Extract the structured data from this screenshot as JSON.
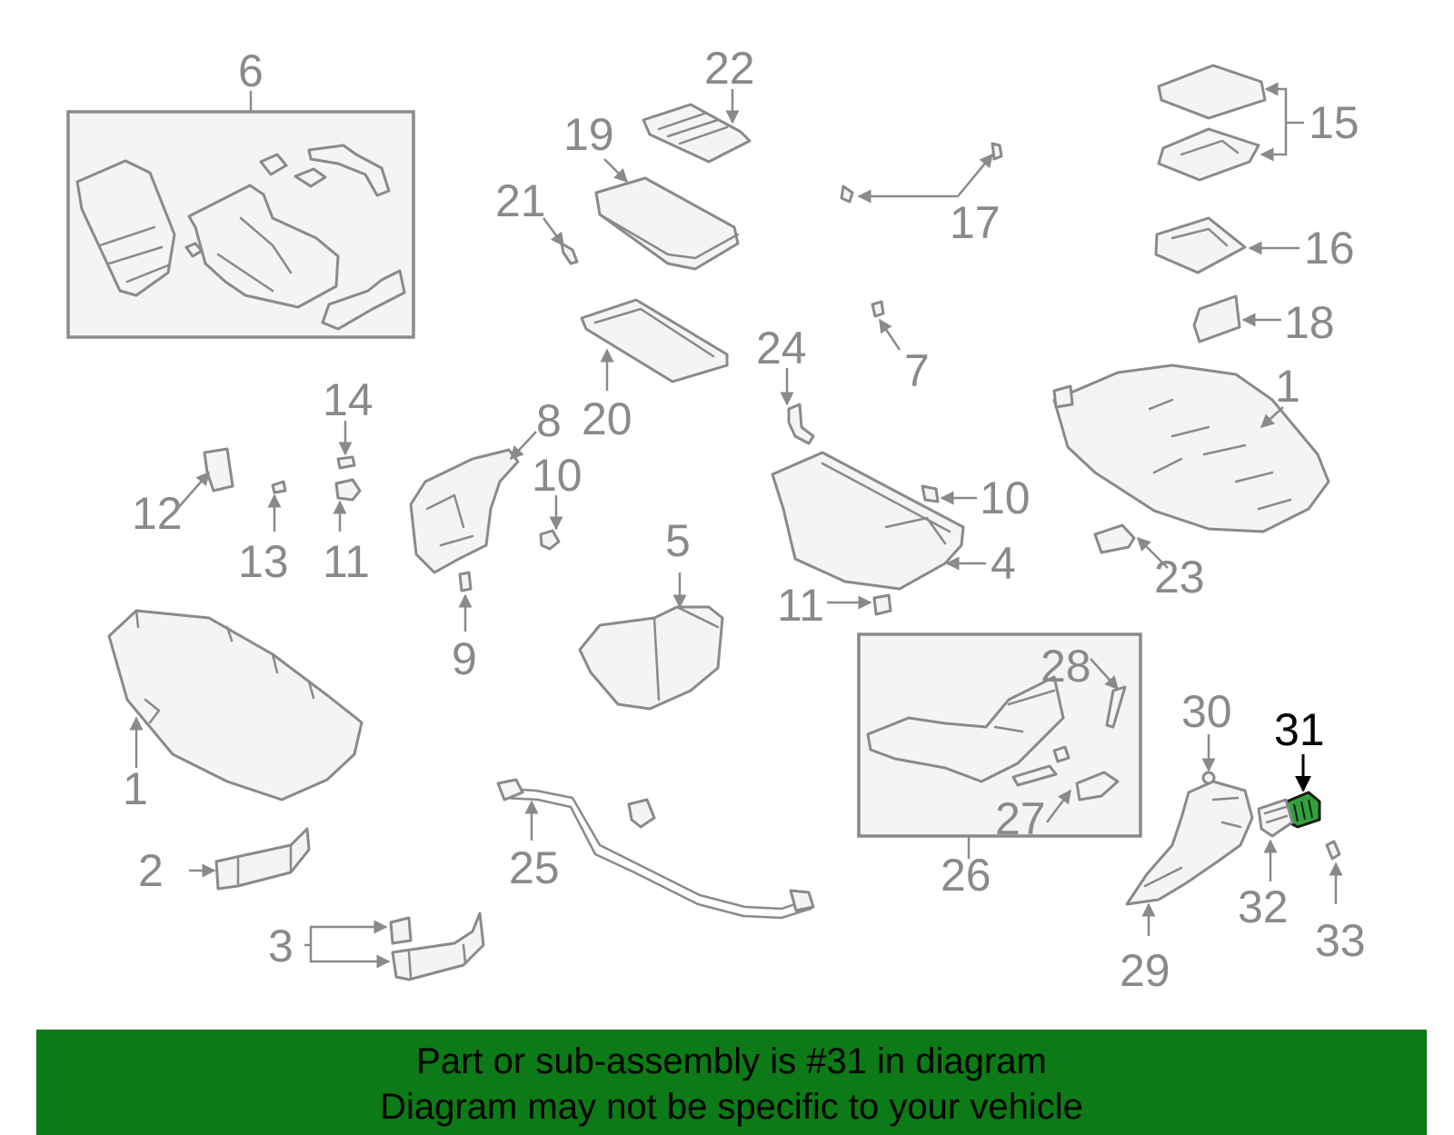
{
  "callouts": {
    "c6": "6",
    "c22": "22",
    "c19": "19",
    "c21": "21",
    "c17": "17",
    "c15": "15",
    "c16": "16",
    "c18": "18",
    "c1a": "1",
    "c1b": "1",
    "c7": "7",
    "c24": "24",
    "c20": "20",
    "c14": "14",
    "c8": "8",
    "c10a": "10",
    "c10b": "10",
    "c12": "12",
    "c13": "13",
    "c11a": "11",
    "c11b": "11",
    "c5": "5",
    "c4": "4",
    "c23": "23",
    "c9": "9",
    "c28": "28",
    "c30": "30",
    "c31": "31",
    "c27": "27",
    "c26": "26",
    "c2": "2",
    "c25": "25",
    "c32": "32",
    "c33": "33",
    "c3": "3",
    "c29": "29"
  },
  "highlight": {
    "part_number": "31",
    "color": "#2fa33a"
  },
  "banner": {
    "line1": "Part or sub-assembly is #31 in diagram",
    "line2": "Diagram may not be specific to your vehicle",
    "background": "#0c7a16"
  }
}
